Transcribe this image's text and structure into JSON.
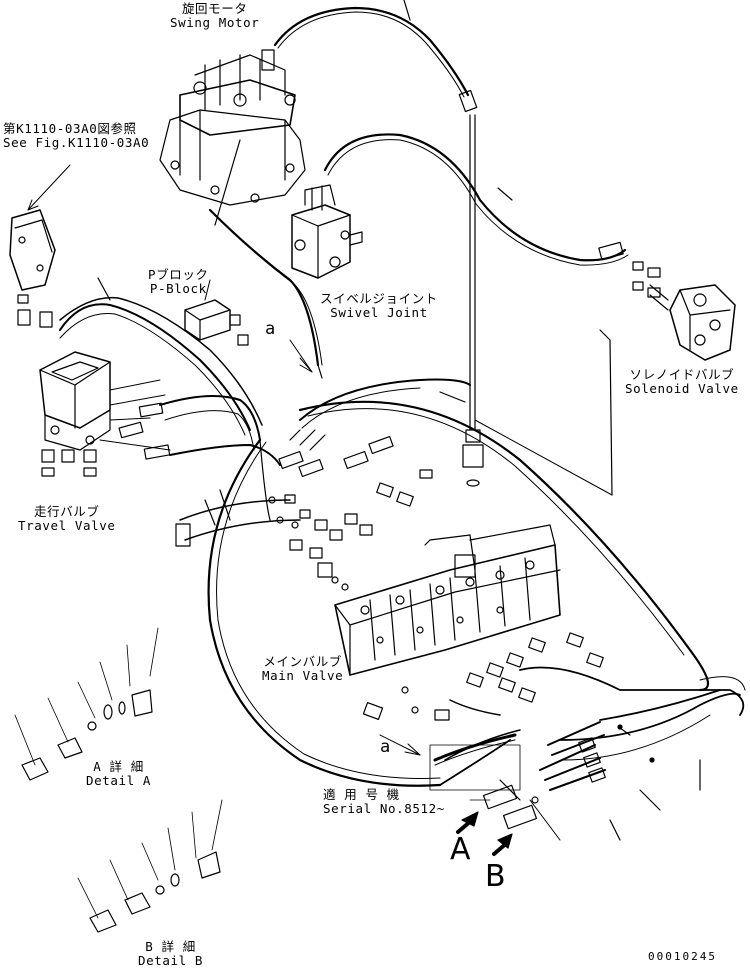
{
  "labels": {
    "swing_motor": {
      "jp": "旋回モータ",
      "en": "Swing Motor"
    },
    "see_fig": {
      "jp": "第K1110-03A0図参照",
      "en": "See Fig.K1110-03A0"
    },
    "p_block": {
      "jp": "Pブロック",
      "en": "P-Block"
    },
    "swivel_joint": {
      "jp": "スイベルジョイント",
      "en": "Swivel Joint"
    },
    "solenoid_valve": {
      "jp": "ソレノイドバルブ",
      "en": "Solenoid Valve"
    },
    "travel_valve": {
      "jp": "走行バルブ",
      "en": "Travel Valve"
    },
    "main_valve": {
      "jp": "メインバルブ",
      "en": "Main Valve"
    },
    "detail_a": {
      "jp": "A 詳 細",
      "en": "Detail A"
    },
    "detail_b": {
      "jp": "B 詳 細",
      "en": "Detail B"
    },
    "serial": {
      "jp": "適 用 号 機",
      "en": "Serial No.8512~"
    }
  },
  "view_letters": {
    "a_upper": "a",
    "a_lower": "a",
    "big_a": "A",
    "big_b": "B"
  },
  "doc_number": "00010245",
  "colors": {
    "line": "#000000",
    "background": "#ffffff"
  }
}
